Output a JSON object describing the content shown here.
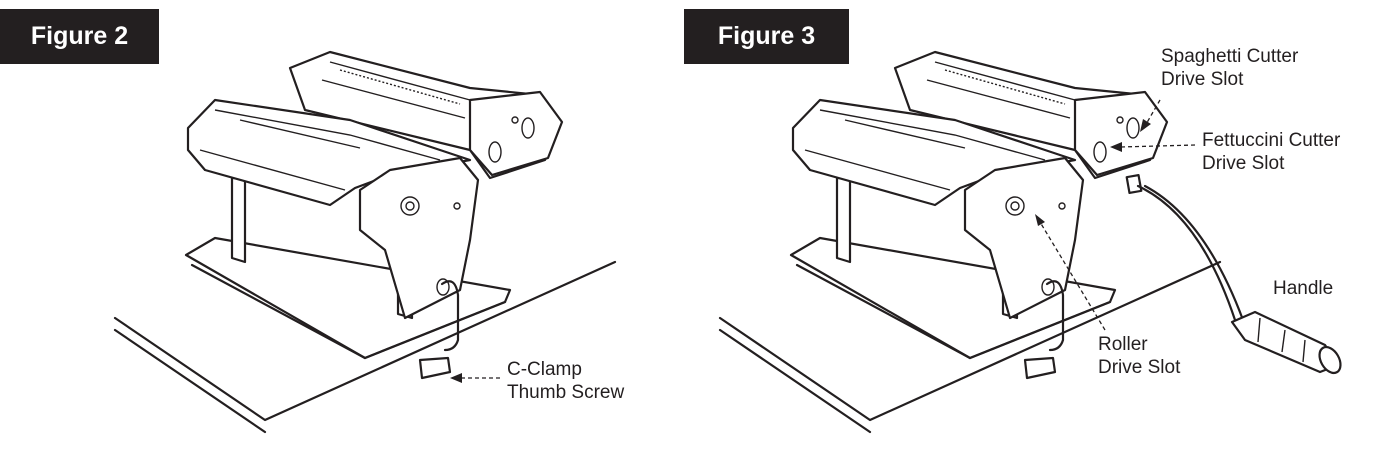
{
  "figure2": {
    "title": "Figure 2",
    "labels": {
      "clamp_line1": "C-Clamp",
      "clamp_line2": "Thumb Screw"
    }
  },
  "figure3": {
    "title": "Figure 3",
    "labels": {
      "spaghetti_line1": "Spaghetti Cutter",
      "spaghetti_line2": "Drive Slot",
      "fettuccini_line1": "Fettuccini Cutter",
      "fettuccini_line2": "Drive Slot",
      "handle": "Handle",
      "roller_line1": "Roller",
      "roller_line2": "Drive Slot"
    }
  },
  "colors": {
    "ink": "#231f20",
    "badge_background": "#231f20",
    "badge_text": "#ffffff",
    "background": "#ffffff"
  }
}
